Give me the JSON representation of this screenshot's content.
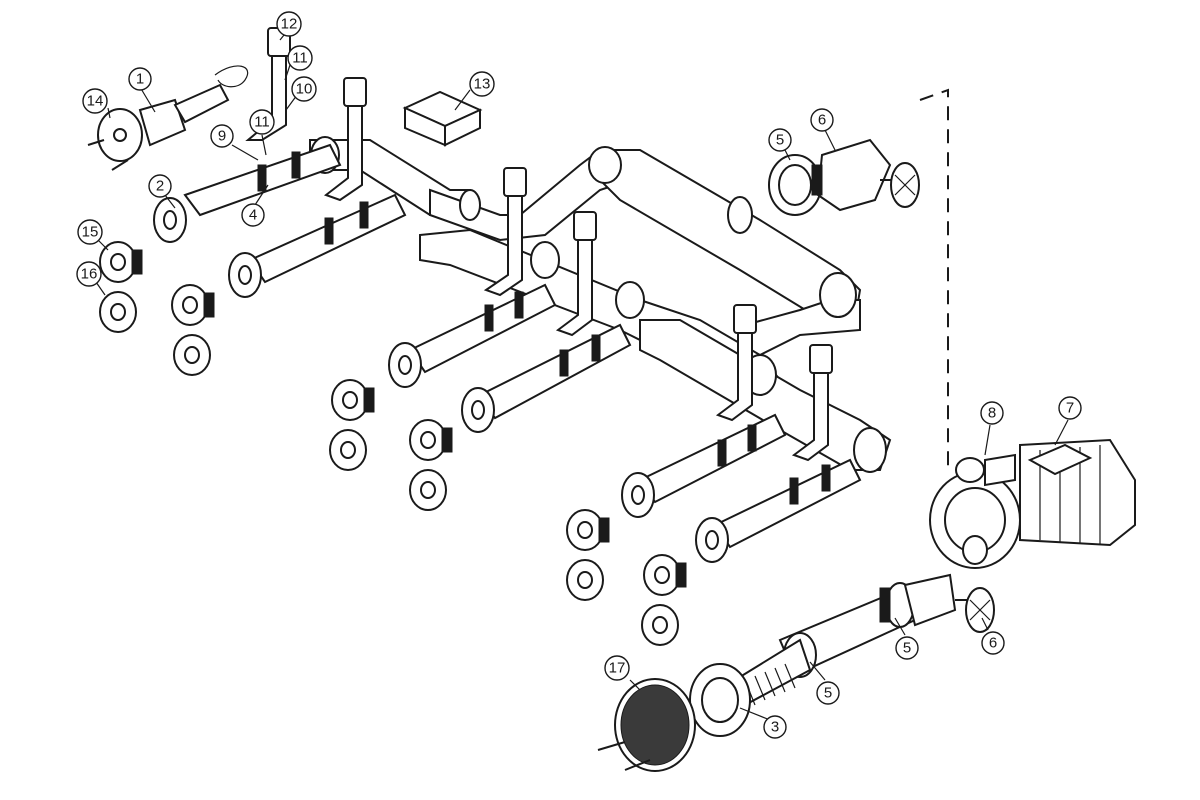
{
  "callouts": [
    {
      "id": "c1",
      "label": "1"
    },
    {
      "id": "c2",
      "label": "2"
    },
    {
      "id": "c3",
      "label": "3"
    },
    {
      "id": "c4",
      "label": "4"
    },
    {
      "id": "c5a",
      "label": "5"
    },
    {
      "id": "c5b",
      "label": "5"
    },
    {
      "id": "c5c",
      "label": "5"
    },
    {
      "id": "c6a",
      "label": "6"
    },
    {
      "id": "c6b",
      "label": "6"
    },
    {
      "id": "c7",
      "label": "7"
    },
    {
      "id": "c8",
      "label": "8"
    },
    {
      "id": "c9",
      "label": "9"
    },
    {
      "id": "c10",
      "label": "10"
    },
    {
      "id": "c11a",
      "label": "11"
    },
    {
      "id": "c11b",
      "label": "11"
    },
    {
      "id": "c12",
      "label": "12"
    },
    {
      "id": "c13",
      "label": "13"
    },
    {
      "id": "c14",
      "label": "14"
    },
    {
      "id": "c15",
      "label": "15"
    },
    {
      "id": "c16",
      "label": "16"
    },
    {
      "id": "c17",
      "label": "17"
    }
  ]
}
